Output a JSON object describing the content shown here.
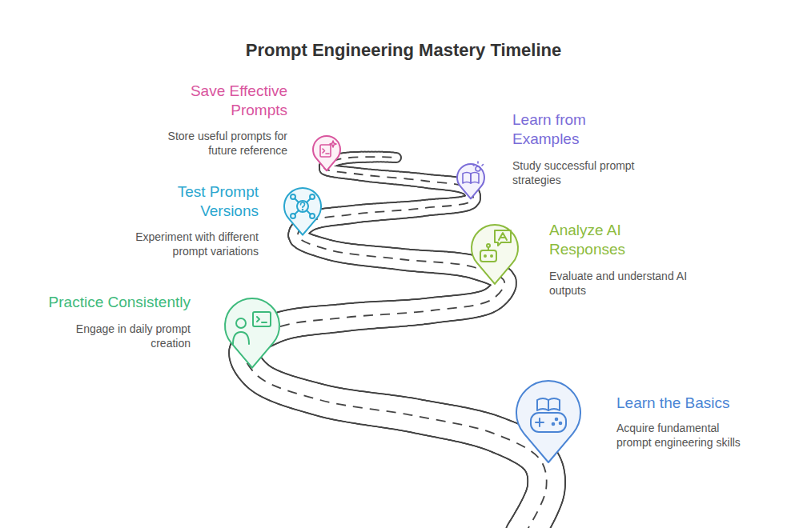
{
  "diagram": {
    "title": "Prompt Engineering Mastery Timeline",
    "nodes": [
      {
        "text": [
          "Save Effective Prompts",
          "Store useful prompts for future reference"
        ]
      },
      {
        "text": [
          "Learn from Examples",
          "Study successful prompt strategies"
        ]
      },
      {
        "text": [
          "Test Prompt Versions",
          "Experiment with different prompt variations"
        ]
      },
      {
        "text": [
          "Analyze AI Responses",
          "Evaluate and understand AI outputs"
        ]
      },
      {
        "text": [
          "Practice Consistently",
          "Engage in daily prompt creation"
        ]
      },
      {
        "text": [
          "Learn the Basics",
          "Acquire fundamental prompt engineering skills"
        ]
      }
    ]
  }
}
